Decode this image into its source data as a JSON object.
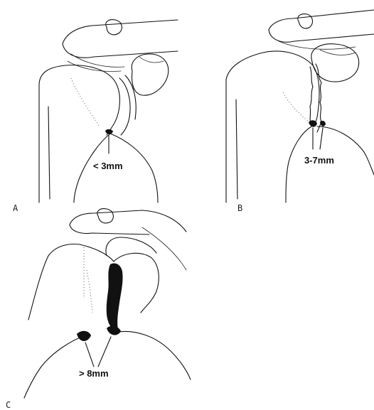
{
  "panels": [
    {
      "letter": "A",
      "measurement": "< 3mm"
    },
    {
      "letter": "B",
      "measurement": "3-7mm"
    },
    {
      "letter": "C",
      "measurement": "> 8mm"
    }
  ]
}
